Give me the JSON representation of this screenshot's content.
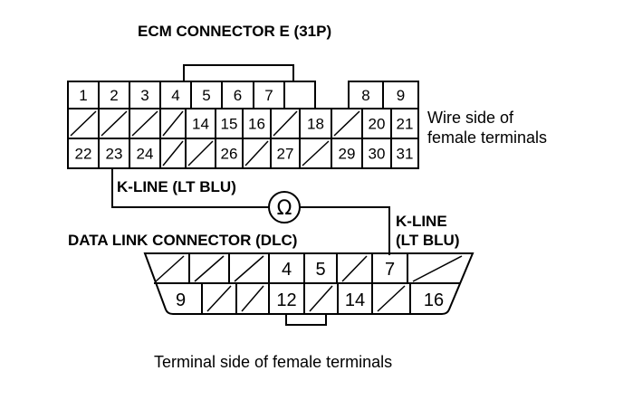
{
  "ecm_title": "ECM CONNECTOR E (31P)",
  "wire_side_line1": "Wire side of",
  "wire_side_line2": "female terminals",
  "kline_left": "K-LINE (LT BLU)",
  "kline_right_line1": "K-LINE",
  "kline_right_line2": "(LT BLU)",
  "ohm_symbol": "Ω",
  "dlc_title": "DATA LINK CONNECTOR (DLC)",
  "terminal_side": "Terminal side of female terminals",
  "ecm_row1": [
    "1",
    "2",
    "3",
    "4",
    "5",
    "6",
    "7",
    "",
    "8",
    "9"
  ],
  "ecm_row2": [
    "",
    "",
    "",
    "",
    "14",
    "15",
    "16",
    "",
    "18",
    "",
    "20",
    "21"
  ],
  "ecm_row3": [
    "22",
    "23",
    "24",
    "",
    "",
    "26",
    "",
    "27",
    "",
    "29",
    "30",
    "31"
  ],
  "dlc_row1": [
    "",
    "",
    "",
    "4",
    "5",
    "",
    "7",
    ""
  ],
  "dlc_row2": [
    "9",
    "",
    "12",
    "",
    "14",
    "16"
  ]
}
